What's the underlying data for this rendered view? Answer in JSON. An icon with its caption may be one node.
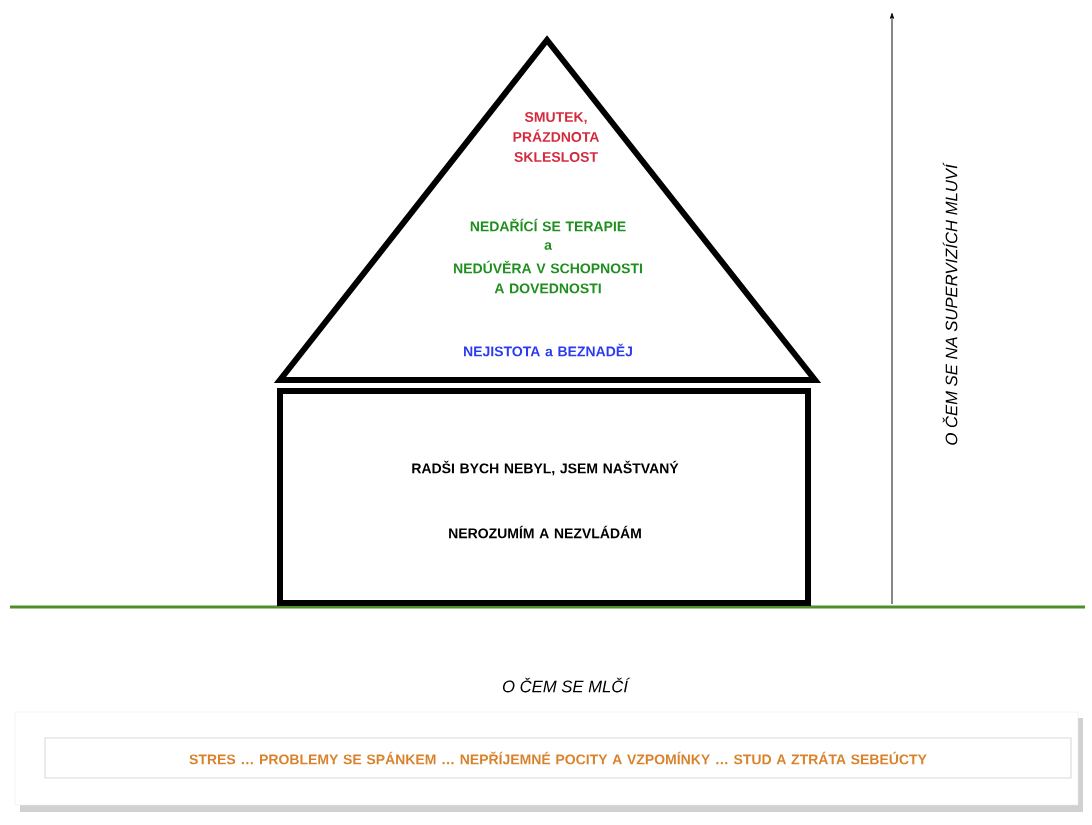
{
  "diagram": {
    "nodes": [
      {
        "text": [
          "SMUTEK, PRÁZDNOTA SKLESLOST",
          "NEDAŘÍCÍ SE TERAPIE",
          "a",
          "NEDÚVĚRA V SCHOPNOSTI A DOVEDNOSTI",
          "NEJISTOTA a BEZNADĚJ"
        ]
      },
      {
        "text": [
          "RADŠI BYCH NEBYL, JSEM NAŠTVANÝ",
          "NEROZUMÍM A NEZVLÁDÁM"
        ]
      },
      {
        "text": [
          "STRES … PROBLEMY SE SPÁNKEM … NEPŘÍJEMNÉ POCITY A VZPOMÍNKY … STUD A ZTRÁTA SEBEÚCTY"
        ]
      }
    ],
    "labels": [
      "O ČEM SE NA SUPERVIZÍCH MLUVÍ",
      "O ČEM SE MLČÍ"
    ]
  }
}
